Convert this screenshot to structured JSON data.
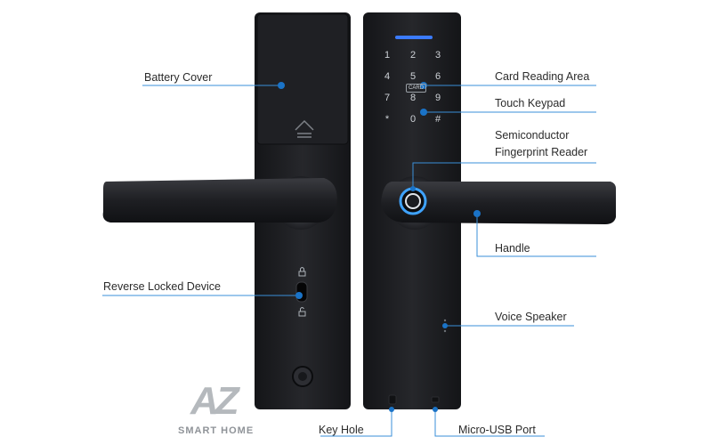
{
  "labels": {
    "battery_cover": "Battery Cover",
    "card_reading_area": "Card Reading Area",
    "touch_keypad": "Touch Keypad",
    "fingerprint_line1": "Semiconductor",
    "fingerprint_line2": "Fingerprint Reader",
    "handle": "Handle",
    "reverse_locked_device": "Reverse Locked Device",
    "voice_speaker": "Voice Speaker",
    "key_hole": "Key Hole",
    "micro_usb_port": "Micro-USB Port"
  },
  "keypad": {
    "keys": [
      "1",
      "2",
      "3",
      "4",
      "5",
      "6",
      "7",
      "8",
      "9",
      "*",
      "0",
      "#"
    ],
    "card_tag": "CARD"
  },
  "logo": {
    "mark": "AZ",
    "subtitle": "SMART HOME"
  },
  "colors": {
    "marker": "#1a73c7",
    "leader_line": "#3a8fd8",
    "body": "#1c1d20",
    "led": "#3b7bff"
  }
}
